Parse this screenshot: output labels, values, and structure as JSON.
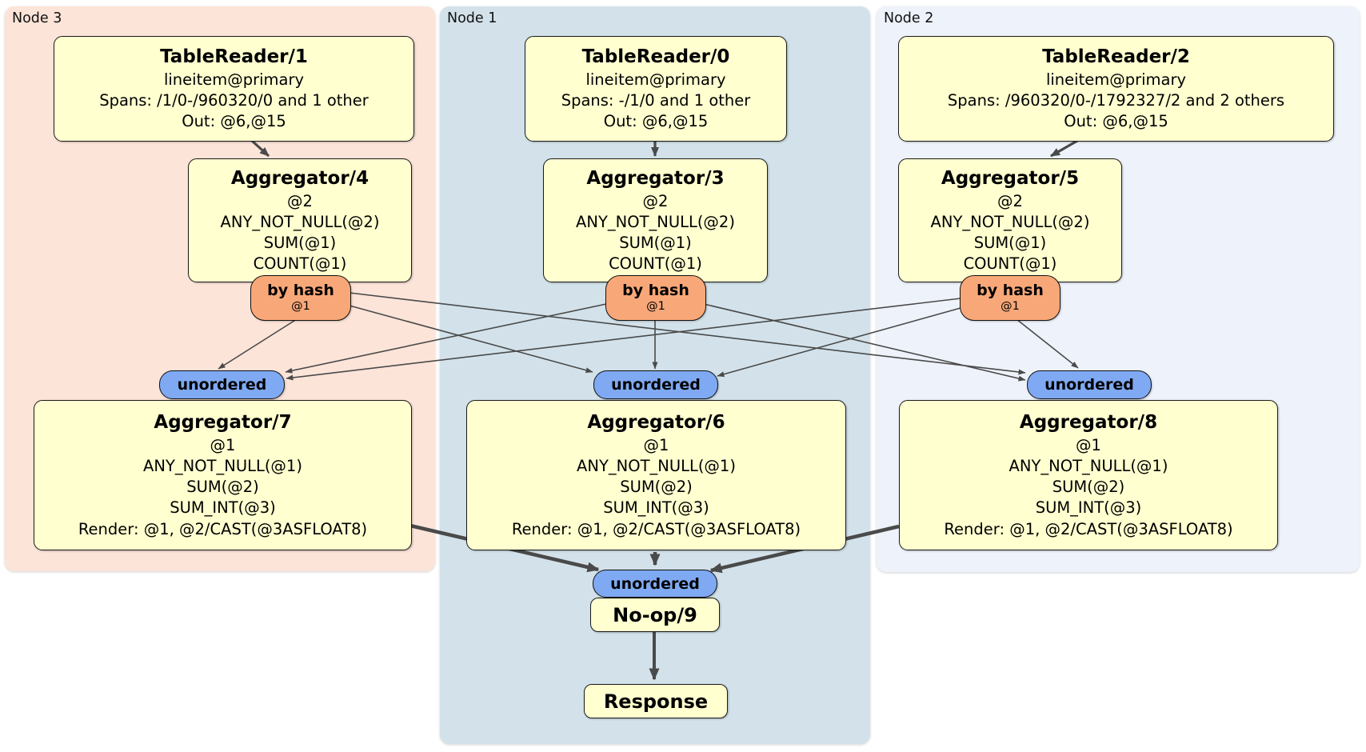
{
  "regions": [
    {
      "label": "Node 3",
      "color": "#fce4d8"
    },
    {
      "label": "Node 1",
      "color": "#d3e2ea"
    },
    {
      "label": "Node 2",
      "color": "#eef2fa"
    }
  ],
  "processors": {
    "tr1": {
      "title": "TableReader/1",
      "lines": [
        "lineitem@primary",
        "Spans: /1/0-/960320/0 and 1 other",
        "Out: @6,@15"
      ]
    },
    "tr0": {
      "title": "TableReader/0",
      "lines": [
        "lineitem@primary",
        "Spans: -/1/0 and 1 other",
        "Out: @6,@15"
      ]
    },
    "tr2": {
      "title": "TableReader/2",
      "lines": [
        "lineitem@primary",
        "Spans: /960320/0-/1792327/2 and 2 others",
        "Out: @6,@15"
      ]
    },
    "agg4": {
      "title": "Aggregator/4",
      "lines": [
        "@2",
        "ANY_NOT_NULL(@2)",
        "SUM(@1)",
        "COUNT(@1)"
      ]
    },
    "agg3": {
      "title": "Aggregator/3",
      "lines": [
        "@2",
        "ANY_NOT_NULL(@2)",
        "SUM(@1)",
        "COUNT(@1)"
      ]
    },
    "agg5": {
      "title": "Aggregator/5",
      "lines": [
        "@2",
        "ANY_NOT_NULL(@2)",
        "SUM(@1)",
        "COUNT(@1)"
      ]
    },
    "agg7": {
      "title": "Aggregator/7",
      "lines": [
        "@1",
        "ANY_NOT_NULL(@1)",
        "SUM(@2)",
        "SUM_INT(@3)",
        "Render: @1, @2/CAST(@3ASFLOAT8)"
      ]
    },
    "agg6": {
      "title": "Aggregator/6",
      "lines": [
        "@1",
        "ANY_NOT_NULL(@1)",
        "SUM(@2)",
        "SUM_INT(@3)",
        "Render: @1, @2/CAST(@3ASFLOAT8)"
      ]
    },
    "agg8": {
      "title": "Aggregator/8",
      "lines": [
        "@1",
        "ANY_NOT_NULL(@1)",
        "SUM(@2)",
        "SUM_INT(@3)",
        "Render: @1, @2/CAST(@3ASFLOAT8)"
      ]
    },
    "noop": {
      "title": "No-op/9"
    },
    "response": {
      "title": "Response"
    }
  },
  "router": {
    "label": "by hash",
    "detail": "@1"
  },
  "sync": {
    "label": "unordered"
  },
  "colors": {
    "node3_bg": "#fce4d8",
    "node1_bg": "#d3e2ea",
    "node2_bg": "#eef2fa",
    "box_fill": "#ffffd0",
    "router_fill": "#f8a878",
    "sync_fill": "#7fa9f2",
    "edge": "#4a4a4a"
  }
}
